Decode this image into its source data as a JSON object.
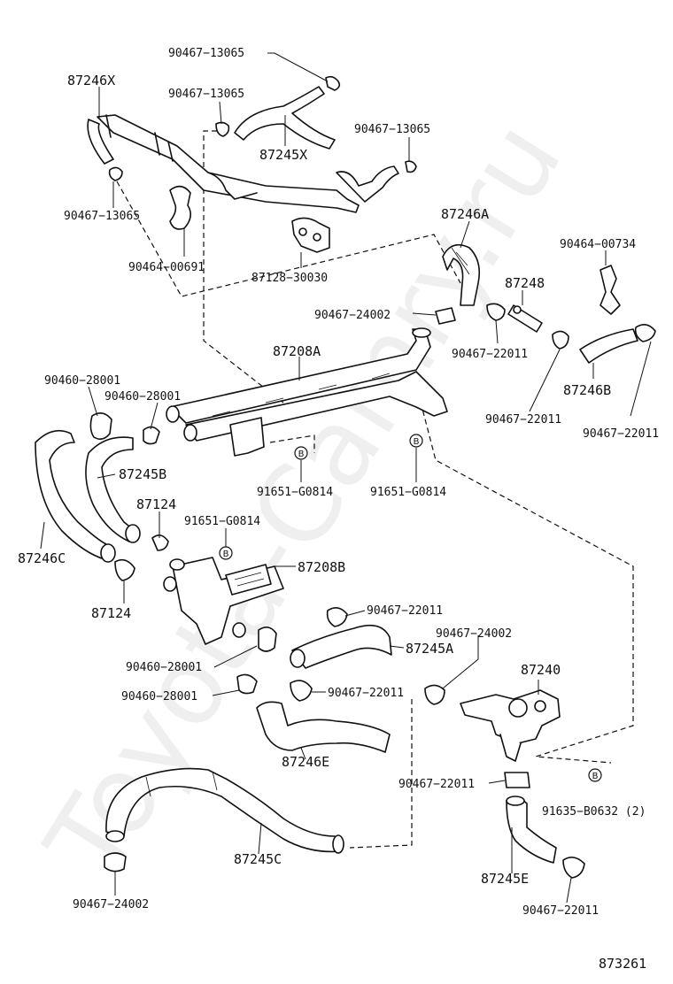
{
  "watermark": "Toyota-Camry.ru",
  "diagram_id": "873261",
  "bolt_symbol": "B",
  "labels": {
    "l_90467_13065_a": "90467−13065",
    "l_87246x": "87246X",
    "l_90467_13065_b": "90467−13065",
    "l_87245x": "87245X",
    "l_90467_13065_c": "90467−13065",
    "l_90467_13065_d": "90467−13065",
    "l_90464_00691": "90464−00691",
    "l_87128_30030": "87128−30030",
    "l_87246a": "87246A",
    "l_90464_00734": "90464−00734",
    "l_87248": "87248",
    "l_90467_24002_a": "90467−24002",
    "l_90467_22011_a": "90467−22011",
    "l_87208a": "87208A",
    "l_87246b": "87246B",
    "l_90460_28001_a": "90460−28001",
    "l_90460_28001_b": "90460−28001",
    "l_90467_22011_b": "90467−22011",
    "l_90467_22011_c": "90467−22011",
    "l_87245b": "87245B",
    "l_91651_g0814_a": "91651−G0814",
    "l_91651_g0814_b": "91651−G0814",
    "l_87124_a": "87124",
    "l_91651_g0814_c": "91651−G0814",
    "l_87246c": "87246C",
    "l_87208b": "87208B",
    "l_87124_b": "87124",
    "l_90467_22011_d": "90467−22011",
    "l_90467_24002_b": "90467−24002",
    "l_87245a": "87245A",
    "l_90460_28001_c": "90460−28001",
    "l_87240": "87240",
    "l_90460_28001_d": "90460−28001",
    "l_90467_22011_e": "90467−22011",
    "l_87246e": "87246E",
    "l_90467_22011_f": "90467−22011",
    "l_91635_b0632": "91635−B0632 (2)",
    "l_87245c": "87245C",
    "l_87245e": "87245E",
    "l_90467_24002_c": "90467−24002",
    "l_90467_22011_g": "90467−22011"
  }
}
